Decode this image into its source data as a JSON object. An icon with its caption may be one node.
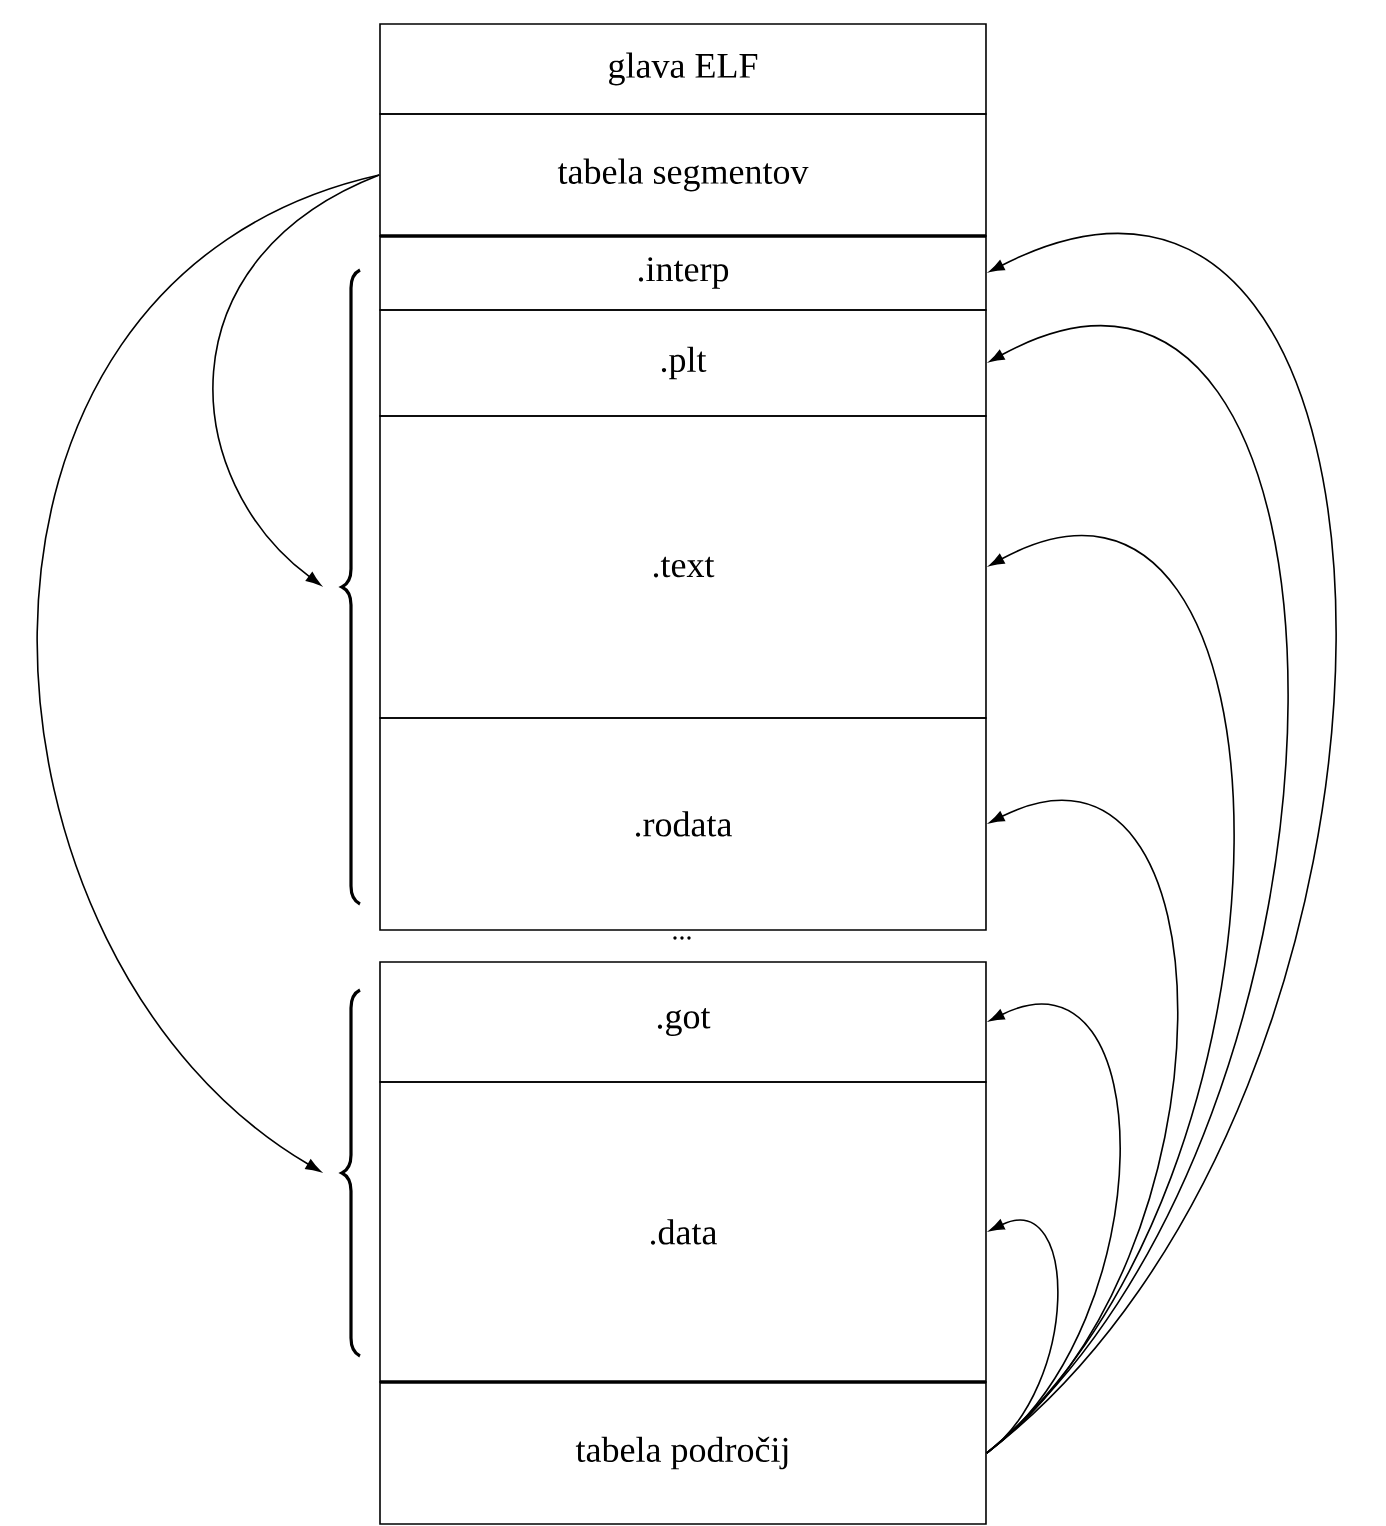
{
  "diagram": {
    "nodes": [
      {
        "text": [
          "glava ELF"
        ]
      },
      {
        "text": [
          "tabela segmentov"
        ]
      },
      {
        "text": [
          ".interp"
        ]
      },
      {
        "text": [
          ".plt"
        ]
      },
      {
        "text": [
          ".text"
        ]
      },
      {
        "text": [
          ".rodata"
        ]
      },
      {
        "text": [
          ".got"
        ]
      },
      {
        "text": [
          ".data"
        ]
      },
      {
        "text": [
          "tabela področij"
        ]
      },
      {
        "text": [],
        "shape": "brace"
      },
      {
        "text": [],
        "shape": "brace"
      }
    ],
    "edges": [
      {
        "from": 1,
        "to": 9,
        "arrow": "to"
      },
      {
        "from": 1,
        "to": 10,
        "arrow": "to"
      },
      {
        "from": 8,
        "to": 2,
        "arrow": "to"
      },
      {
        "from": 8,
        "to": 3,
        "arrow": "to"
      },
      {
        "from": 8,
        "to": 4,
        "arrow": "to"
      },
      {
        "from": 8,
        "to": 5,
        "arrow": "to"
      },
      {
        "from": 8,
        "to": 6,
        "arrow": "to"
      },
      {
        "from": 8,
        "to": 7,
        "arrow": "to"
      }
    ],
    "labels": [
      "..."
    ]
  }
}
